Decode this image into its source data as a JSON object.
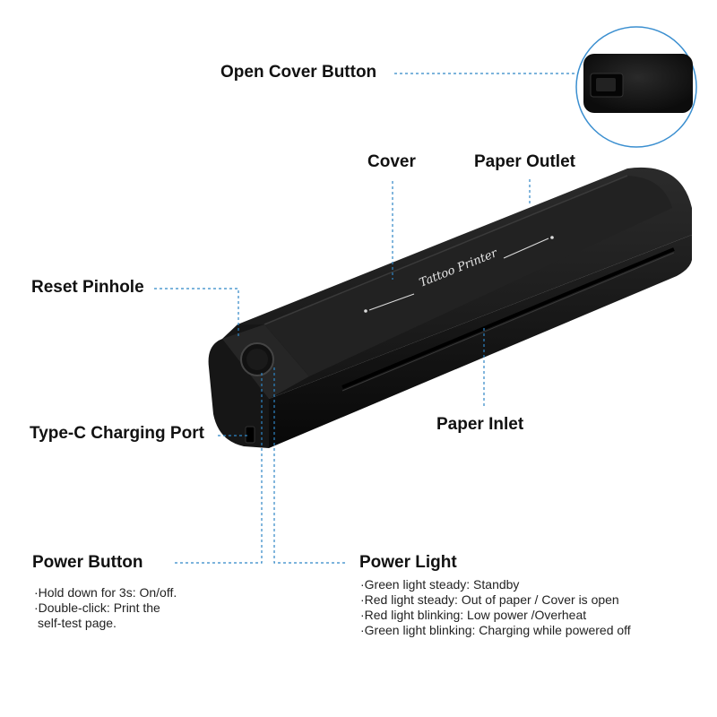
{
  "labels": {
    "open_cover_button": "Open Cover Button",
    "cover": "Cover",
    "paper_outlet": "Paper Outlet",
    "reset_pinhole": "Reset Pinhole",
    "type_c_port": "Type-C Charging Port",
    "paper_inlet": "Paper Inlet",
    "power_button": "Power Button",
    "power_light": "Power Light"
  },
  "printer_logo": "Tattoo Printer",
  "power_button_notes": [
    "·Hold down for 3s: On/off.",
    "·Double-click: Print the",
    " self-test page."
  ],
  "power_light_notes": [
    "·Green light steady: Standby",
    "·Red light steady: Out of paper / Cover is open",
    "·Red light blinking: Low power /Overheat",
    "·Green light blinking: Charging while powered off"
  ],
  "colors": {
    "leader_line": "#2f86c6",
    "printer_body": "#1a1a1a",
    "circle_border": "#3b8fd0"
  }
}
